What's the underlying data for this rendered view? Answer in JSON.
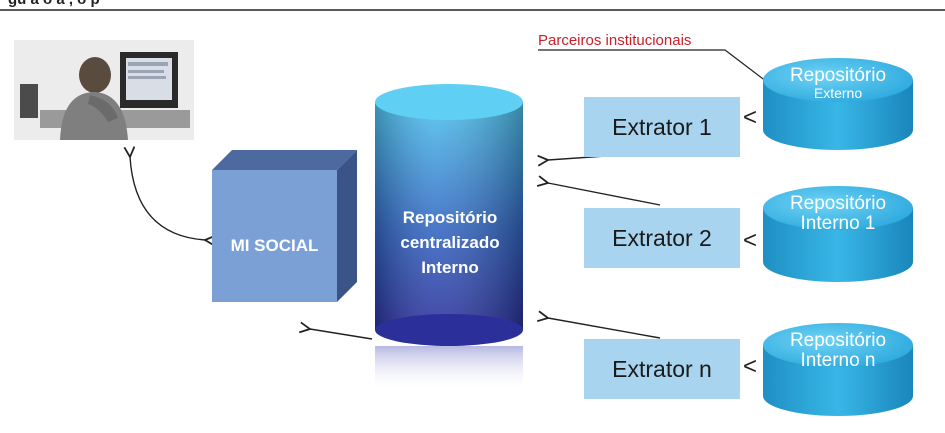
{
  "header": {
    "title": "gu  a  o  a  ,  o  p"
  },
  "diagram": {
    "partners_label": "Parceiros institucionais",
    "central_repository": {
      "lines": [
        "Repositório",
        "centralizado",
        "Interno"
      ]
    },
    "mi_social": "MI SOCIAL",
    "extractors": [
      {
        "label": "Extrator 1"
      },
      {
        "label": "Extrator 2"
      },
      {
        "label": "Extrator n"
      }
    ],
    "repositories": [
      {
        "line1": "Repositório",
        "line2": "Externo"
      },
      {
        "line1": "Repositório",
        "line2": "Interno 1"
      },
      {
        "line1": "Repositório",
        "line2": "Interno n"
      }
    ],
    "arrow_glyph": "<"
  },
  "colors": {
    "extractor_fill": "#a8d4ef",
    "repository_fill": "#2aa7dc",
    "central_top": "#4ec3ee",
    "central_bottom": "#2b2f9a",
    "mi_social_front": "#7aa0d6",
    "partners_text": "#c8202a"
  }
}
